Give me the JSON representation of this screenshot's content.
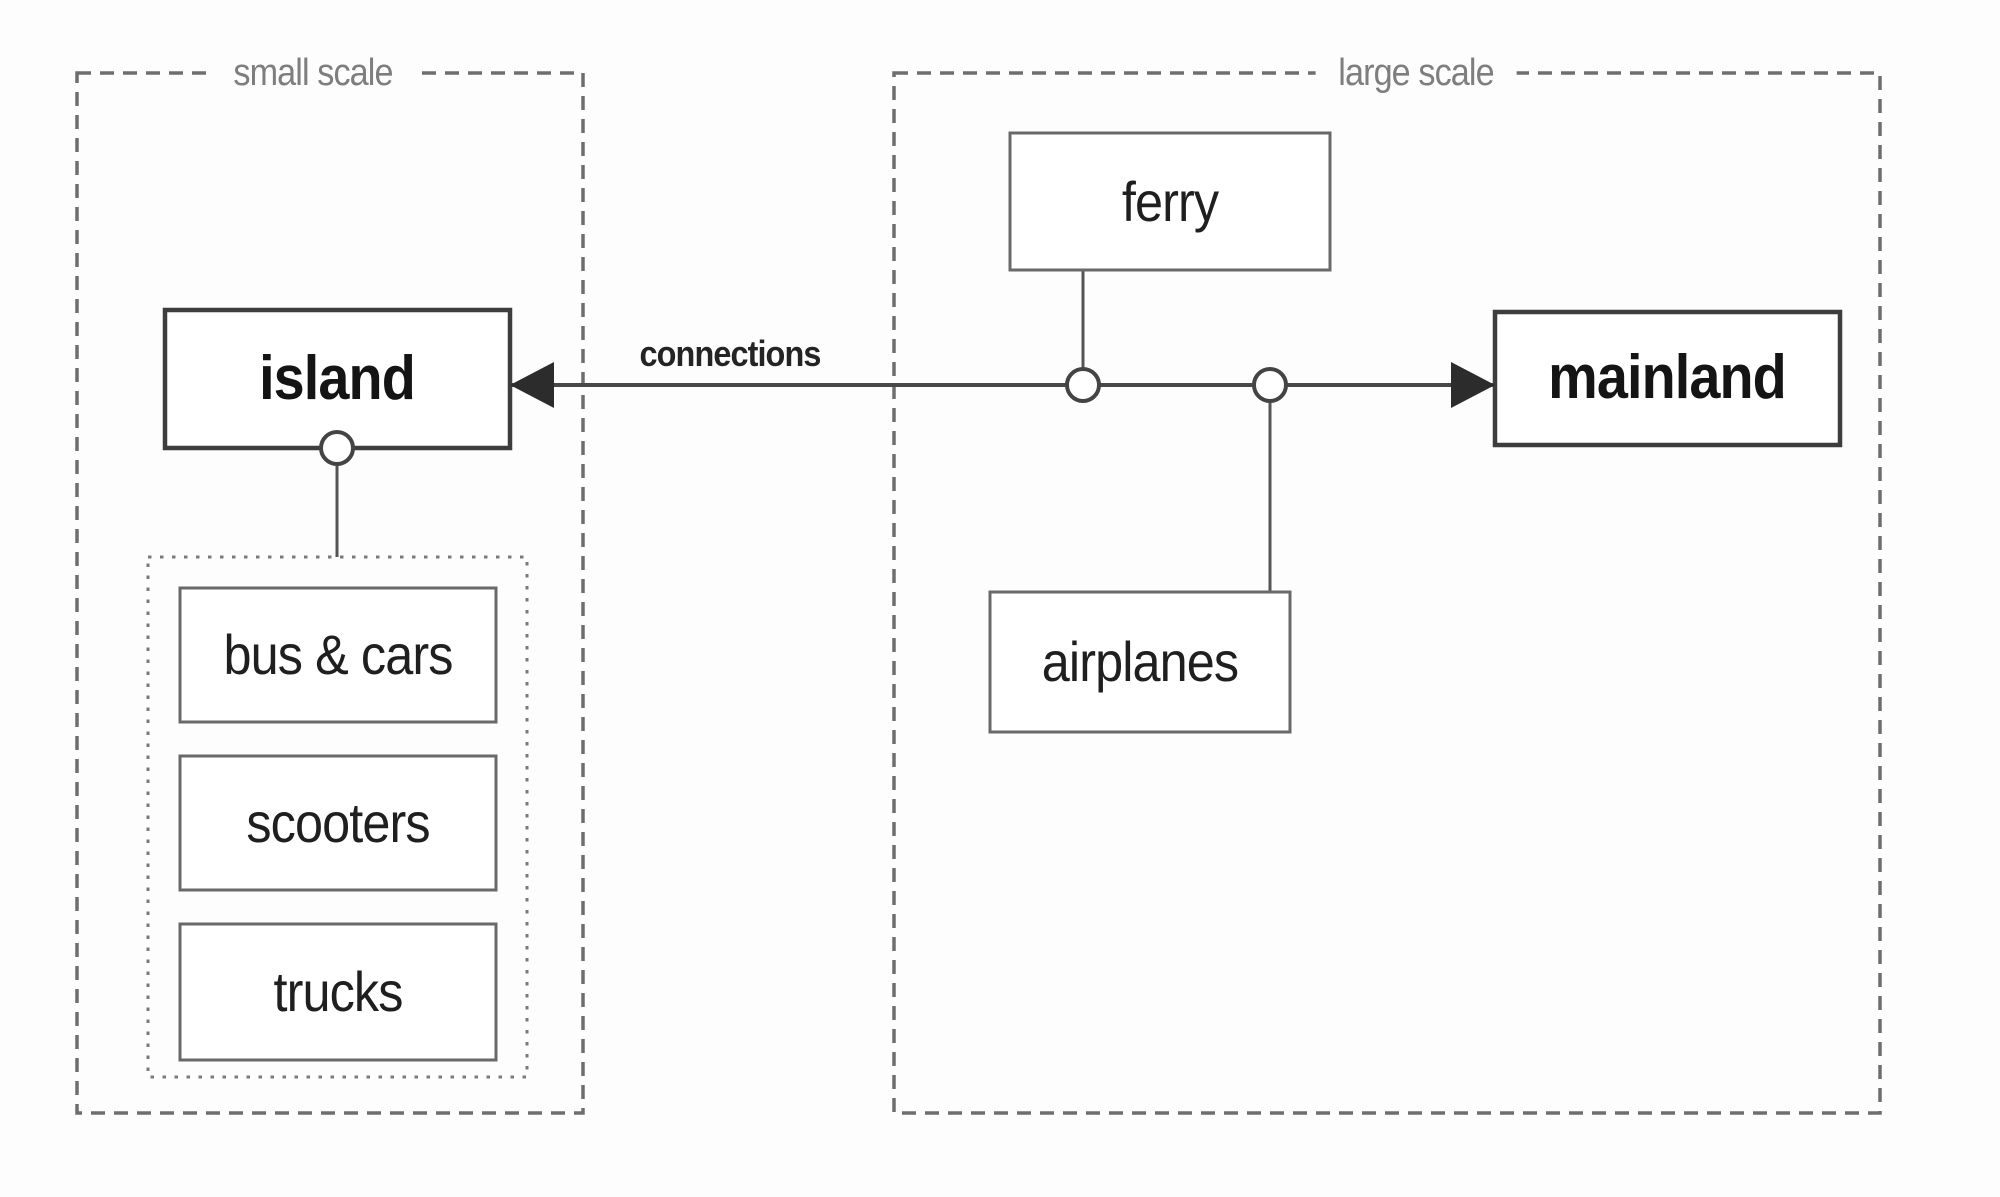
{
  "figure": {
    "type": "grouped-node-diagram",
    "groups": {
      "small_scale": {
        "label": "small scale"
      },
      "large_scale": {
        "label": "large scale"
      }
    },
    "nodes": {
      "island": {
        "label": "island",
        "emphasis": true,
        "group": "small scale"
      },
      "bus_cars": {
        "label": "bus & cars",
        "emphasis": false,
        "group": "small scale"
      },
      "scooters": {
        "label": "scooters",
        "emphasis": false,
        "group": "small scale"
      },
      "trucks": {
        "label": "trucks",
        "emphasis": false,
        "group": "small scale"
      },
      "ferry": {
        "label": "ferry",
        "emphasis": false,
        "group": "large scale"
      },
      "airplanes": {
        "label": "airplanes",
        "emphasis": false,
        "group": "large scale"
      },
      "mainland": {
        "label": "mainland",
        "emphasis": true,
        "group": "large scale"
      }
    },
    "edges": {
      "connections": {
        "label": "connections",
        "from": "island",
        "to": "mainland",
        "style": "double-arrow",
        "junctions": [
          "ferry",
          "airplanes"
        ]
      },
      "island_vehicles": {
        "from": "island",
        "to": "vehicles-subgroup",
        "style": "circle-start"
      }
    },
    "colors": {
      "background": "#fdfdfd",
      "main_line": "#484848",
      "connector_line": "#555555",
      "emphasis_border": "#3d3d3d",
      "box_border": "#696969",
      "group_border": "#6e6e6e",
      "dotted_border": "#7a7a7a",
      "group_label_text": "#7e7e7e",
      "node_text": "#1f1f1f",
      "arrowhead": "#2c2c2c",
      "box_fill": "#ffffff"
    }
  }
}
